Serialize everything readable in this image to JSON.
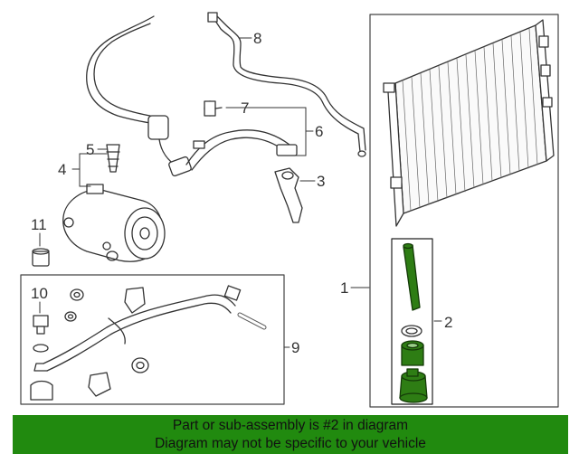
{
  "callouts": [
    {
      "id": "1",
      "label": "1"
    },
    {
      "id": "2",
      "label": "2"
    },
    {
      "id": "3",
      "label": "3"
    },
    {
      "id": "4",
      "label": "4"
    },
    {
      "id": "5",
      "label": "5"
    },
    {
      "id": "6",
      "label": "6"
    },
    {
      "id": "7",
      "label": "7"
    },
    {
      "id": "8",
      "label": "8"
    },
    {
      "id": "9",
      "label": "9"
    },
    {
      "id": "10",
      "label": "10"
    },
    {
      "id": "11",
      "label": "11"
    }
  ],
  "banner": {
    "line1": "Part or sub-assembly is #2 in diagram",
    "line2": "Diagram may not be specific to your vehicle",
    "color": "#218a0f"
  },
  "highlight_color": "#2e7d14",
  "icons": [
    "ac-condenser-icon",
    "receiver-drier-icon",
    "ac-compressor-icon",
    "refrigerant-line-icon",
    "pressure-switch-icon"
  ]
}
